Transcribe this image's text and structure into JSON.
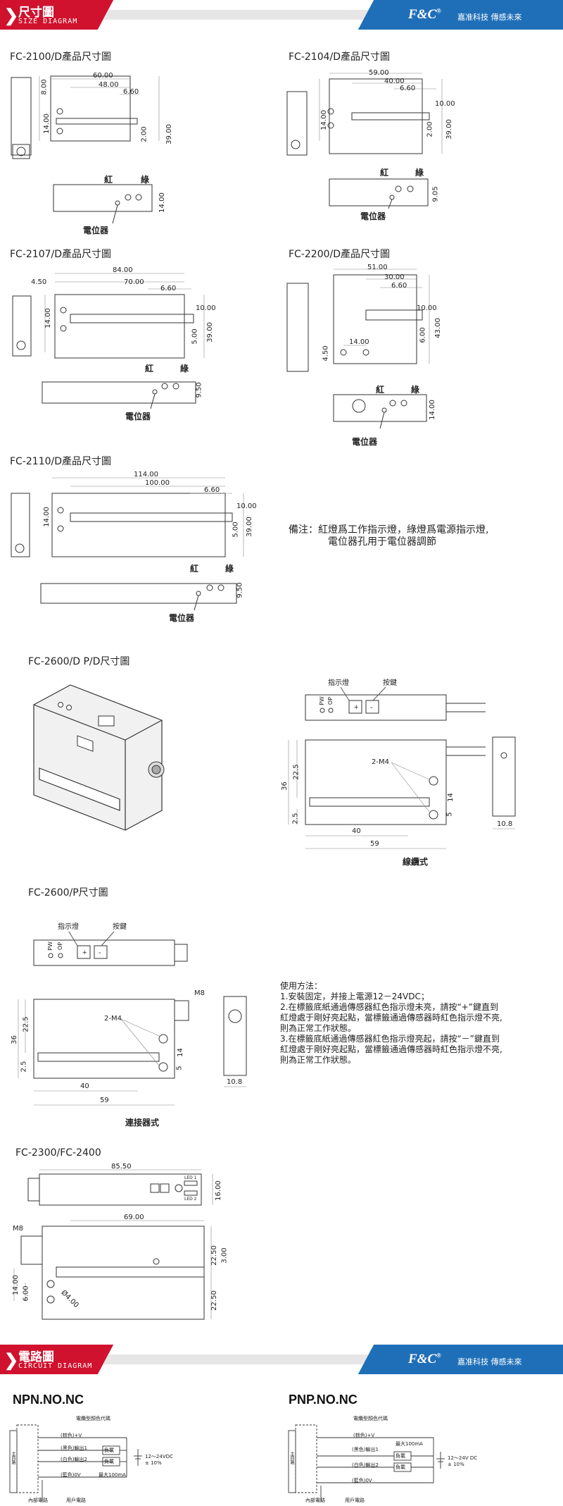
{
  "header1": {
    "title_cn": "尺寸圖",
    "title_en": "SIZE DIAGRAM",
    "logo": "F&C",
    "logo_mark": "®",
    "slogan": "嘉准科技 傳感未來"
  },
  "header2": {
    "title_cn": "電路圖",
    "title_en": "CIRCUIT DIAGRAM",
    "logo": "F&C",
    "logo_mark": "®",
    "slogan": "嘉准科技 傳感未來"
  },
  "labels": {
    "red": "紅",
    "green": "綠",
    "pot": "電位器",
    "indicator": "指示燈",
    "key": "按鍵",
    "cable": "線纜式",
    "connector": "連接器式",
    "m4": "2-M4",
    "m8": "M8",
    "pw": "PW",
    "op": "OP",
    "led1": "LED 1",
    "led2": "LED 2"
  },
  "diagrams": {
    "fc2100": {
      "title": "FC-2100/D產品尺寸圖",
      "dims": [
        "60.00",
        "48.00",
        "6.60",
        "8.00",
        "14.00",
        "2.00",
        "39.00",
        "14.00"
      ]
    },
    "fc2104": {
      "title": "FC-2104/D產品尺寸圖",
      "dims": [
        "59.00",
        "40.00",
        "6.60",
        "14.00",
        "10.00",
        "2.00",
        "39.00",
        "9.05"
      ]
    },
    "fc2107": {
      "title": "FC-2107/D產品尺寸圖",
      "dims": [
        "84.00",
        "4.50",
        "70.00",
        "6.60",
        "10.00",
        "14.00",
        "5.00",
        "39.00",
        "9.50"
      ]
    },
    "fc2200": {
      "title": "FC-2200/D產品尺寸圖",
      "dims": [
        "51.00",
        "30.00",
        "6.60",
        "10.00",
        "6.00",
        "43.00",
        "14.00",
        "4.50",
        "14.00"
      ]
    },
    "fc2110": {
      "title": "FC-2110/D產品尺寸圖",
      "dims": [
        "114.00",
        "100.00",
        "6.60",
        "10.00",
        "14.00",
        "5.00",
        "39.00",
        "9.50"
      ]
    },
    "fc2600dp": {
      "title": "FC-2600/D P/D尺寸圖",
      "dims": [
        "36",
        "22.5",
        "2.5",
        "14",
        "5",
        "40",
        "59",
        "10.8"
      ]
    },
    "fc2600p": {
      "title": "FC-2600/P尺寸圖",
      "dims": [
        "36",
        "22.5",
        "2.5",
        "14",
        "5",
        "40",
        "59",
        "10.8"
      ]
    },
    "fc2300": {
      "title": "FC-2300/FC-2400",
      "dims": [
        "85.50",
        "16.00",
        "69.00",
        "22.50",
        "3.00",
        "22.50",
        "14.00",
        "6.00",
        "Ø4.00"
      ]
    }
  },
  "remark": {
    "line1": "備注：紅燈爲工作指示燈，綠燈爲電源指示燈,",
    "line2": "電位器孔用于電位器調節"
  },
  "usage": {
    "title": "使用方法：",
    "steps": [
      "1.安裝固定，并接上電源12－24VDC；",
      "2.在標籤底紙通過傳感器紅色指示燈未亮，請按“+”鍵直到",
      "紅燈處于剛好亮起點，當標籤通過傳感器時紅色指示燈不亮,",
      "則為正常工作狀態。",
      "3.在標籤底紙通過傳感器紅色指示燈亮起，請按“－”鍵直到",
      "紅燈處于剛好亮起點，當標籤通過傳感器時紅色指示燈不亮,",
      "則為正常工作狀態。"
    ]
  },
  "circuits": {
    "npn": {
      "title": "NPN.NO.NC",
      "color_code": "電纜型顏色代碼",
      "brown": "(棕色)+V",
      "black": "(黑色)輸出1",
      "white": "(白色)輸出2",
      "blue": "(藍色)0V",
      "load": "負載",
      "max": "最大100mA",
      "supply": "12～24VDC",
      "tol": "± 10%",
      "main": "主回路",
      "internal": "內部電路",
      "user": "用戶電路"
    },
    "pnp": {
      "title": "PNP.NO.NC",
      "color_code": "電纜型顏色代碼",
      "brown": "(棕色)+V",
      "black": "(黑色)輸出1",
      "white": "(白色)輸出2",
      "blue": "(藍色)0V",
      "load": "負載",
      "max": "最大100mA",
      "supply": "12～24V DC",
      "tol": "± 10%",
      "main": "主回路",
      "internal": "內部電路",
      "user": "用戶電路"
    }
  },
  "colors": {
    "red": "#d0122e",
    "blue": "#1f6fb8"
  }
}
